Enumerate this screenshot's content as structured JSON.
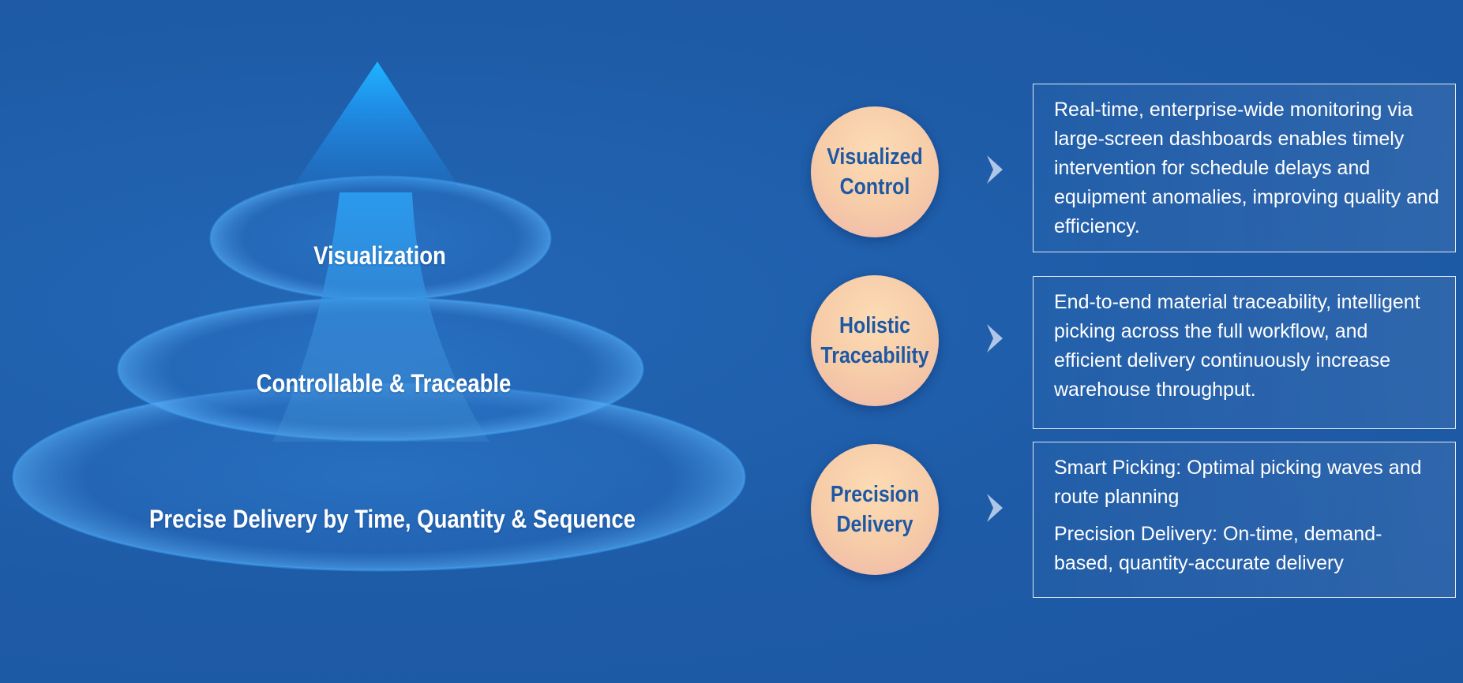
{
  "pyramid": {
    "tiers": [
      {
        "label": "Visualization"
      },
      {
        "label": "Controllable & Traceable"
      },
      {
        "label": "Precise Delivery by Time, Quantity & Sequence"
      }
    ]
  },
  "features": [
    {
      "circle_lines": [
        "Visualized",
        "Control"
      ],
      "description": [
        "Real-time, enterprise-wide monitoring via large-screen dashboards enables timely intervention for schedule delays and equipment anomalies, improving quality and efficiency."
      ]
    },
    {
      "circle_lines": [
        "Holistic",
        "Traceability"
      ],
      "description": [
        "End-to-end material traceability, intelligent picking across the full workflow, and efficient delivery continuously increase warehouse throughput."
      ]
    },
    {
      "circle_lines": [
        "Precision",
        "Delivery"
      ],
      "description": [
        "Smart Picking: Optimal picking waves and route planning",
        "Precision Delivery: On-time, demand-based, quantity-accurate delivery"
      ]
    }
  ],
  "colors": {
    "background": "#1e5ba7",
    "arrow": "#1fa8f0",
    "circle_fill": "#f6cba8",
    "circle_text": "#1e58a3",
    "box_border": "#ffffff"
  },
  "icons": {
    "up_arrow": "up-arrow-icon",
    "chevron": "chevron-right-icon"
  }
}
